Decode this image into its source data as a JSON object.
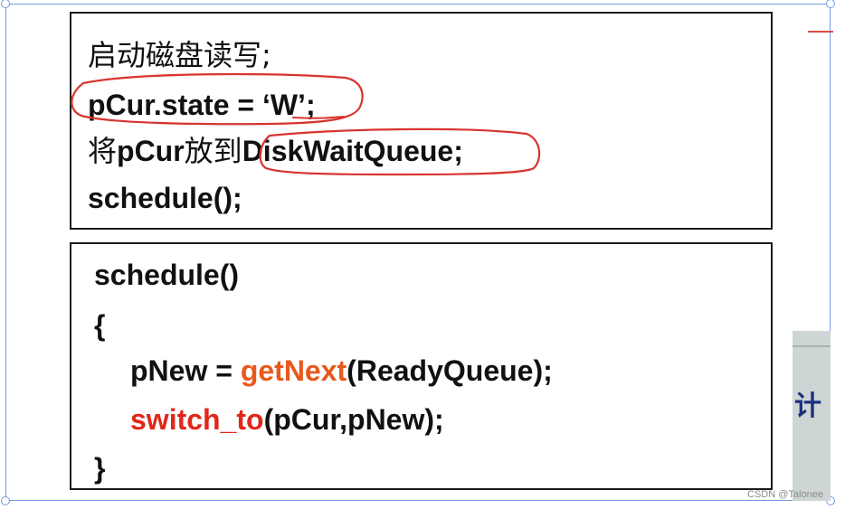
{
  "top_box": {
    "line1": "启动磁盘读写;",
    "line2": "pCur.state = ‘W’;",
    "line3_prefix": "将",
    "line3_var": "pCur",
    "line3_mid": "放到",
    "line3_queue": "DiskWaitQueue;",
    "line4": "schedule();"
  },
  "bottom_box": {
    "line1": "schedule()",
    "line2": "{",
    "line3_left": "pNew = ",
    "line3_fn": "getNext",
    "line3_right": "(ReadyQueue);",
    "line4_fn": "switch_to",
    "line4_right": "(pCur,pNew);",
    "line5": "}"
  },
  "side_strip": {
    "char": "计"
  },
  "watermark": "CSDN @Talonee",
  "colors": {
    "accent_orange": "#e8591a",
    "accent_red": "#e0281a",
    "annotation_red": "#d8342f",
    "selection_blue": "#6f9be6"
  }
}
